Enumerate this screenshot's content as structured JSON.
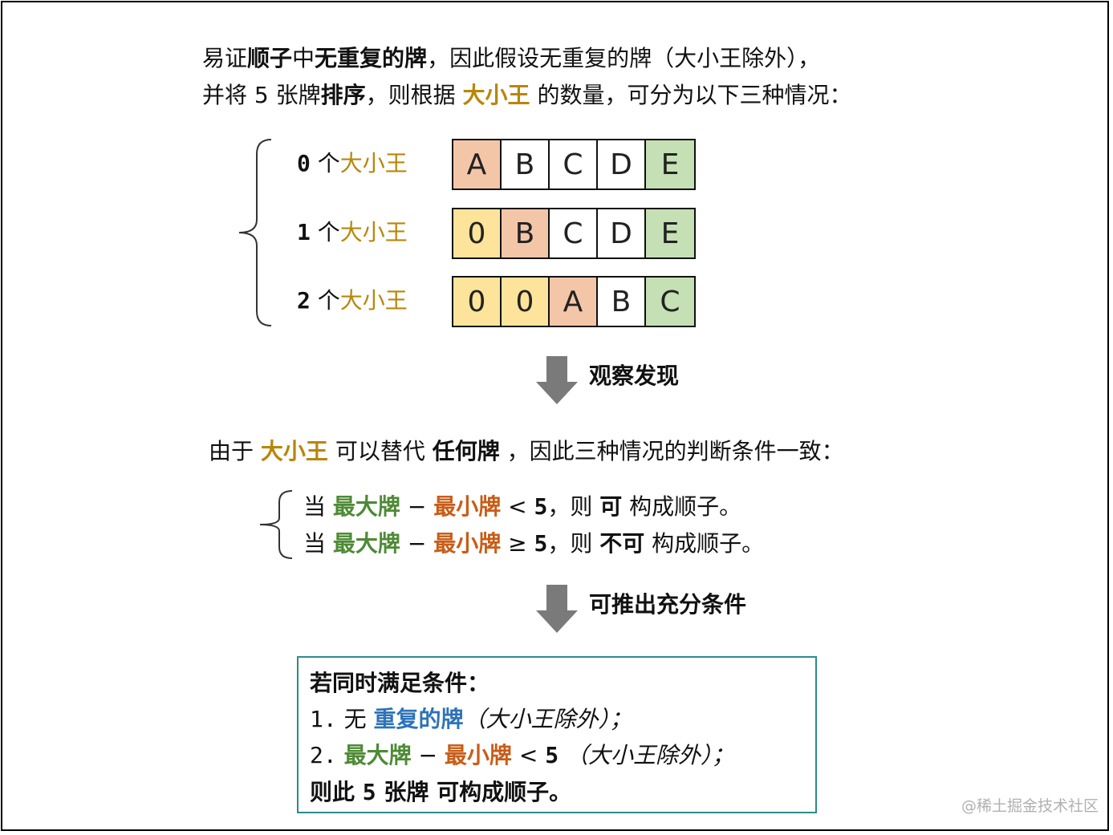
{
  "intro": {
    "line1": {
      "p1": "易证",
      "p2": "顺子",
      "p3": "中",
      "p4": "无重复的牌",
      "p5": "，因此假设无重复的牌（大小王除外），"
    },
    "line2": {
      "p1": "并将 5 张牌",
      "p2": "排序",
      "p3": "，则根据 ",
      "p4": "大小王",
      "p5": " 的数量，可分为以下三种情况："
    }
  },
  "cases": [
    {
      "num": "0",
      "unit": " 个",
      "joker": "大小王",
      "cards": [
        "A",
        "B",
        "C",
        "D",
        "E"
      ]
    },
    {
      "num": "1",
      "unit": " 个",
      "joker": "大小王",
      "cards": [
        "0",
        "B",
        "C",
        "D",
        "E"
      ]
    },
    {
      "num": "2",
      "unit": " 个",
      "joker": "大小王",
      "cards": [
        "0",
        "0",
        "A",
        "B",
        "C"
      ]
    }
  ],
  "arrow1_label": "观察发现",
  "observation": {
    "p1": "由于 ",
    "p2": "大小王",
    "p3": " 可以替代 ",
    "p4": "任何牌",
    "p5": " ，因此三种情况的判断条件一致："
  },
  "conditions": [
    {
      "when": "当 ",
      "max": "最大牌",
      "minus": " − ",
      "min": "最小牌",
      "op": " < ",
      "n": "5",
      "then": "，则 ",
      "res": "可",
      "tail": " 构成顺子。"
    },
    {
      "when": "当 ",
      "max": "最大牌",
      "minus": " − ",
      "min": "最小牌",
      "op": " ≥ ",
      "n": "5",
      "then": "，则 ",
      "res": "不可",
      "tail": " 构成顺子。"
    }
  ],
  "arrow2_label": "可推出充分条件",
  "result": {
    "title": "若同时满足条件：",
    "item1": {
      "num": "1.",
      "p1": " 无 ",
      "p2": "重复的牌",
      "p3": "（大小王除外）；"
    },
    "item2": {
      "num": "2.",
      "max": "最大牌",
      "minus": " − ",
      "min": "最小牌",
      "op": " < ",
      "n": "5",
      "p3": " （大小王除外）；"
    },
    "conclusion": {
      "p1": "则此 ",
      "p2": "5",
      "p3": " 张牌 ",
      "p4": "可构成顺子。"
    }
  },
  "watermark": "@稀土掘金技术社区",
  "colors": {
    "joker": "#b8860b",
    "max_card": "#4e8a35",
    "min_card": "#c85d18",
    "duplicate": "#2e73b8",
    "box_border": "#2d8b8b",
    "arrow": "#7a7a7a"
  }
}
